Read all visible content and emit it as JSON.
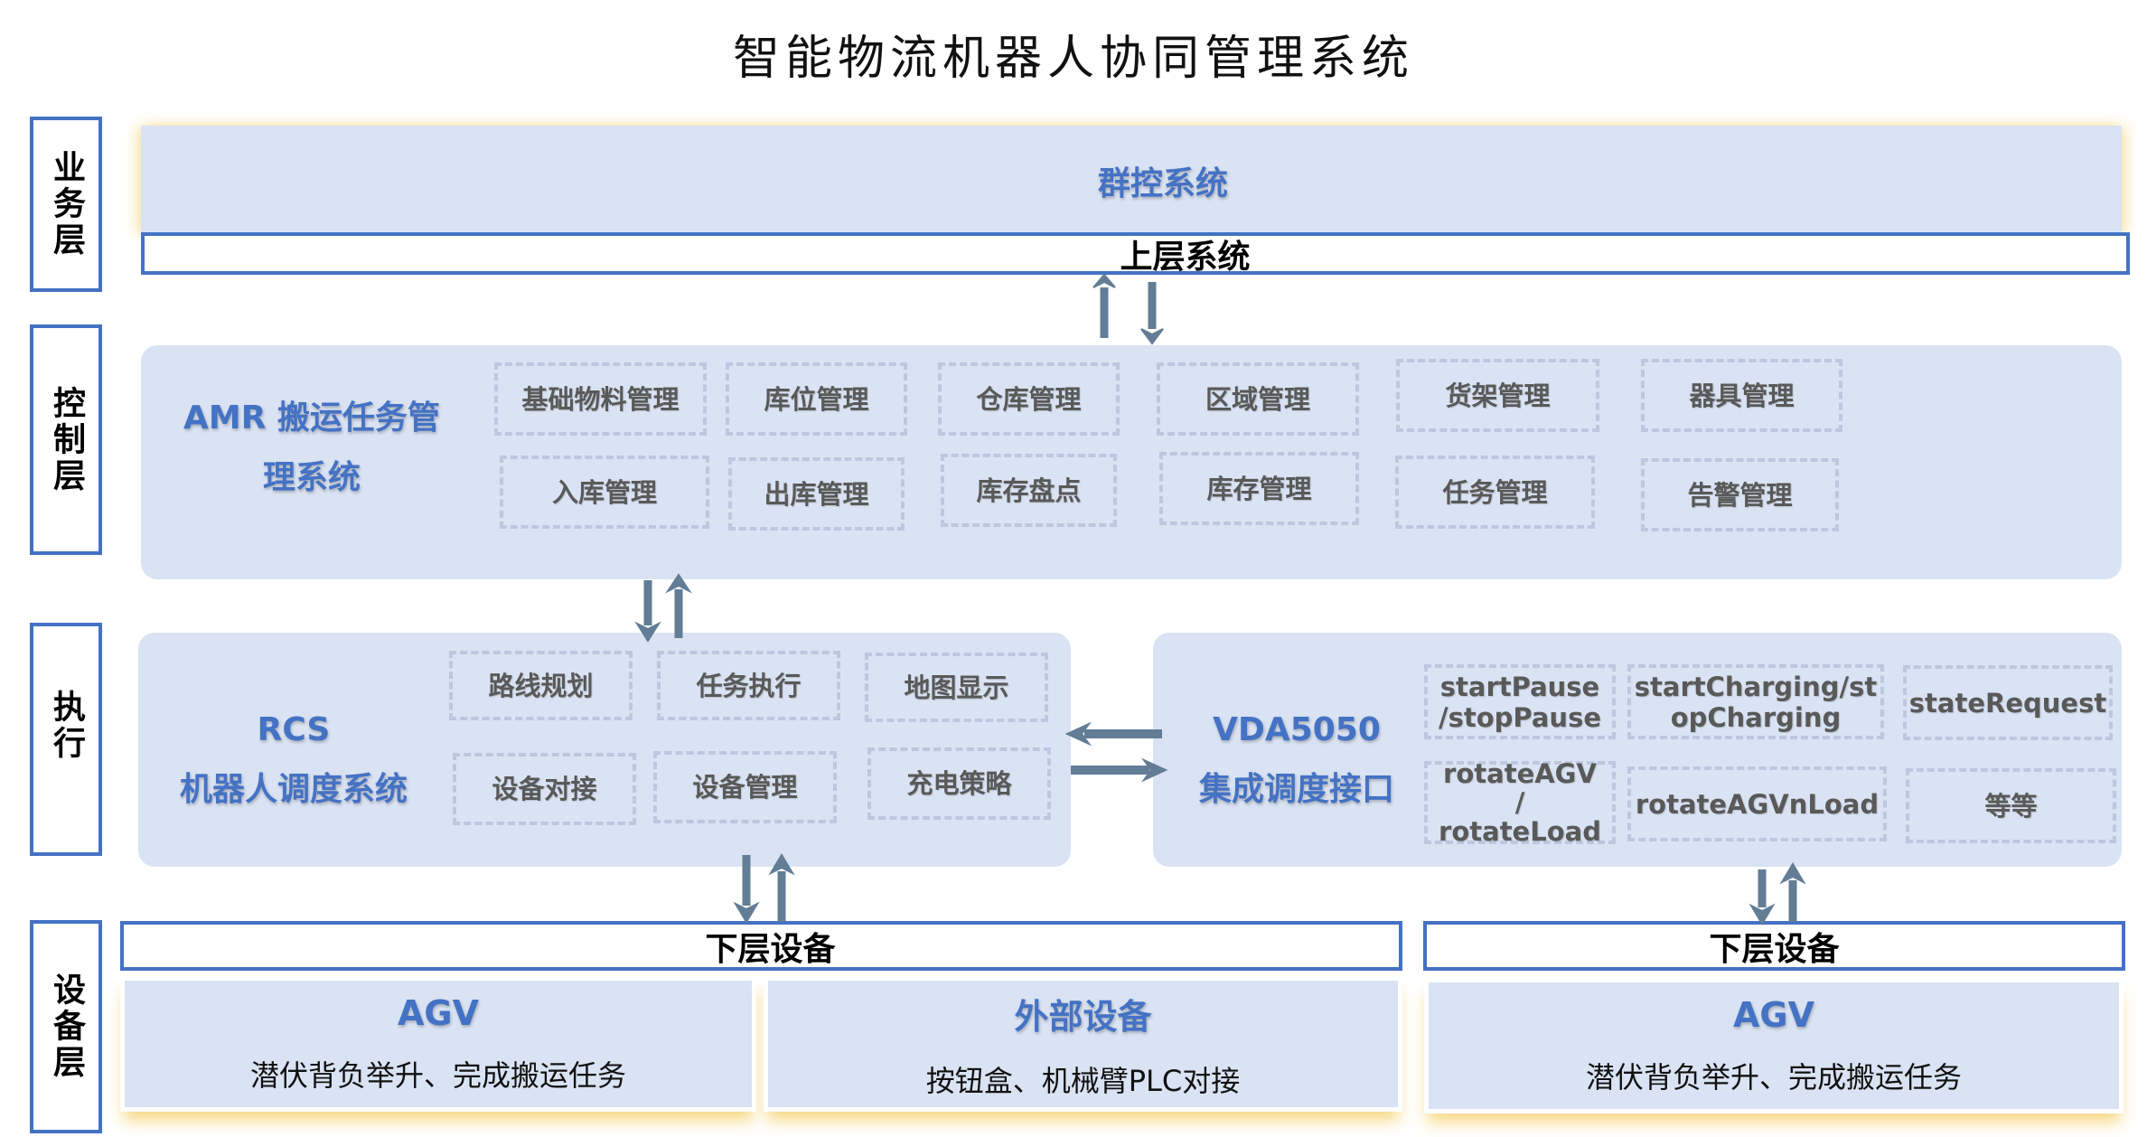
{
  "title": "智能物流机器人协同管理系统",
  "colors": {
    "accent_blue": "#4472c4",
    "panel_fill": "#dae3f3",
    "module_border": "#bdc7df",
    "module_text": "#595959",
    "arrow": "#627d95",
    "card_glow": "#f4cc5e"
  },
  "layers": {
    "business": "业务层",
    "control": "控制层",
    "execution": "执行",
    "device": "设备层"
  },
  "business": {
    "panel_title": "群控系统",
    "bar_label": "上层系统"
  },
  "control": {
    "panel_title_line1": "AMR 搬运任务管",
    "panel_title_line2": "理系统",
    "modules_row1": [
      "基础物料管理",
      "库位管理",
      "仓库管理",
      "区域管理",
      "货架管理",
      "器具管理"
    ],
    "modules_row2": [
      "入库管理",
      "出库管理",
      "库存盘点",
      "库存管理",
      "任务管理",
      "告警管理"
    ]
  },
  "execution": {
    "rcs": {
      "title_line1": "RCS",
      "title_line2": "机器人调度系统",
      "modules_row1": [
        "路线规划",
        "任务执行",
        "地图显示"
      ],
      "modules_row2": [
        "设备对接",
        "设备管理",
        "充电策略"
      ]
    },
    "vda": {
      "title_line1": "VDA5050",
      "title_line2": "集成调度接口",
      "modules_row1": [
        "startPause\n/stopPause",
        "startCharging/st\nopCharging",
        "stateRequest"
      ],
      "modules_row2": [
        "rotateAGV\n/\nrotateLoad",
        "rotateAGVnLoad",
        "等等"
      ]
    }
  },
  "device": {
    "bar_left": "下层设备",
    "bar_right": "下层设备",
    "cards": [
      {
        "title": "AGV",
        "desc": "潜伏背负举升、完成搬运任务"
      },
      {
        "title": "外部设备",
        "desc": "按钮盒、机械臂PLC对接"
      },
      {
        "title": "AGV",
        "desc": "潜伏背负举升、完成搬运任务"
      }
    ]
  }
}
